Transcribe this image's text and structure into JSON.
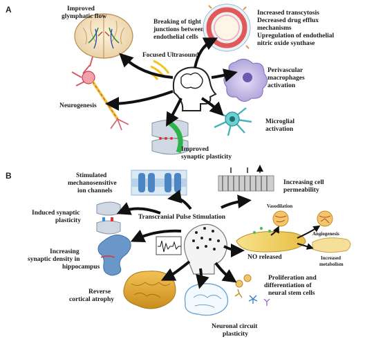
{
  "panel_a": {
    "letter": "A",
    "center_label": "Focused Ultrasound",
    "glymphatic": [
      "Improved",
      "glymphatic flow"
    ],
    "tight_junctions": [
      "Breaking of tight",
      "junctions between",
      "endothelial cells"
    ],
    "endothelial": [
      "Increased transcytosis",
      "Decreased drug efflux",
      "mechanisms",
      "Upregulation of endothelial",
      "nitric oxide synthase"
    ],
    "macrophages": [
      "Perivascular",
      "macrophages",
      "activation"
    ],
    "neurogenesis": "Neurogenesis",
    "microglial": [
      "Microglial",
      "activation"
    ],
    "synaptic": [
      "Improved",
      "synaptic plasticity"
    ]
  },
  "panel_b": {
    "letter": "B",
    "center_label": "Transcranial Pulse Stimulation",
    "ion_channels": [
      "Stimulated",
      "mechanosensitive",
      "ion channels"
    ],
    "permeability": [
      "Increasing cell",
      "permeability"
    ],
    "induced_synaptic": [
      "Induced synaptic",
      "plasticity"
    ],
    "vasodilation": "Vasodilation",
    "angiogenesis": "Angiogenesis",
    "no_released": "NO released",
    "metabolism": [
      "Increased",
      "metabolism"
    ],
    "synaptic_density": [
      "Increasing",
      "synaptic density in",
      "hippocampus"
    ],
    "cortical": [
      "Reverse",
      "cortical atrophy"
    ],
    "stem_cells": [
      "Proliferation and",
      "differentiation of",
      "neural stem cells"
    ],
    "circuit": [
      "Neuronal circuit",
      "plasticity"
    ]
  }
}
